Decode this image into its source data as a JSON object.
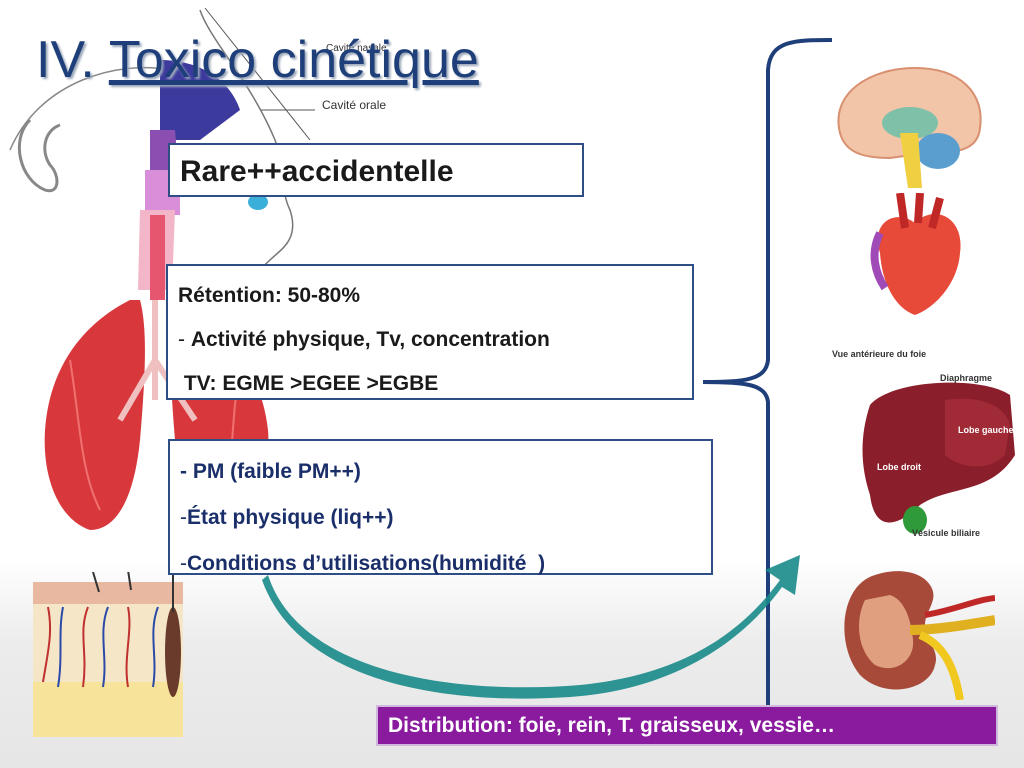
{
  "slide": {
    "title_number": "IV.",
    "title_text": "Toxico cinétique",
    "box_top": "Rare++accidentelle",
    "retention": {
      "line1": "Rétention: 50-80%",
      "line2_prefix": "- ",
      "line2": "Activité physique, Tv,  concentration",
      "line3": " TV: EGME >EGEE >EGBE"
    },
    "factors": {
      "line1": "- PM (faible PM++)",
      "line2_prefix": "-",
      "line2": "État physique (liq++)",
      "line3_prefix": "-",
      "line3": "Conditions d’utilisations(humidité  )"
    },
    "distribution": "Distribution: foie, rein, T. graisseux, vessie…",
    "anatomy_labels": {
      "nasal": "Cavité nasale",
      "oral": "Cavité orale",
      "liver_title": "Vue antérieure du foie",
      "diaphragm": "Diaphragme",
      "left_lobe": "Lobe gauche",
      "right_lobe": "Lobe droit",
      "gallbladder": "Vésicule biliaire"
    },
    "colors": {
      "title": "#1f3f7a",
      "box_border": "#2e4f86",
      "distribution_bg": "#8a1a9e",
      "arrow": "#1a8a8a",
      "bracket": "#1f3f7a"
    }
  }
}
